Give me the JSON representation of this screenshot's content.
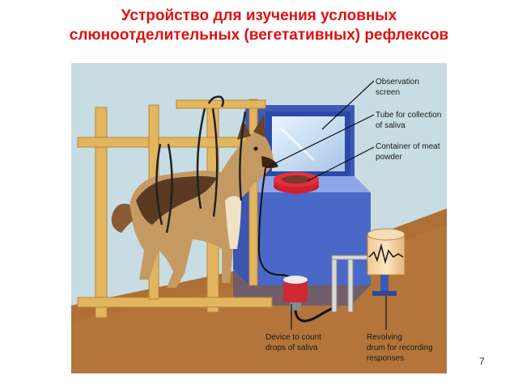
{
  "title": {
    "line1": "Устройство для изучения условных",
    "line2": "слюноотделительных (вегетативных) рефлексов"
  },
  "labels": {
    "observation_screen": [
      "Observation",
      "screen"
    ],
    "tube": [
      "Tube for collection",
      "of saliva"
    ],
    "container": [
      "Container of meat",
      "powder"
    ],
    "device": [
      "Device to count",
      "drops of saliva"
    ],
    "drum": [
      "Revolving",
      "drum for recording",
      "responses"
    ]
  },
  "page_number": "7",
  "colors": {
    "title": "#e01010",
    "wall": "#c7dde3",
    "floor": "#b3753a",
    "wood": "#e3b55f",
    "blue_box": "#4a68c8"
  }
}
